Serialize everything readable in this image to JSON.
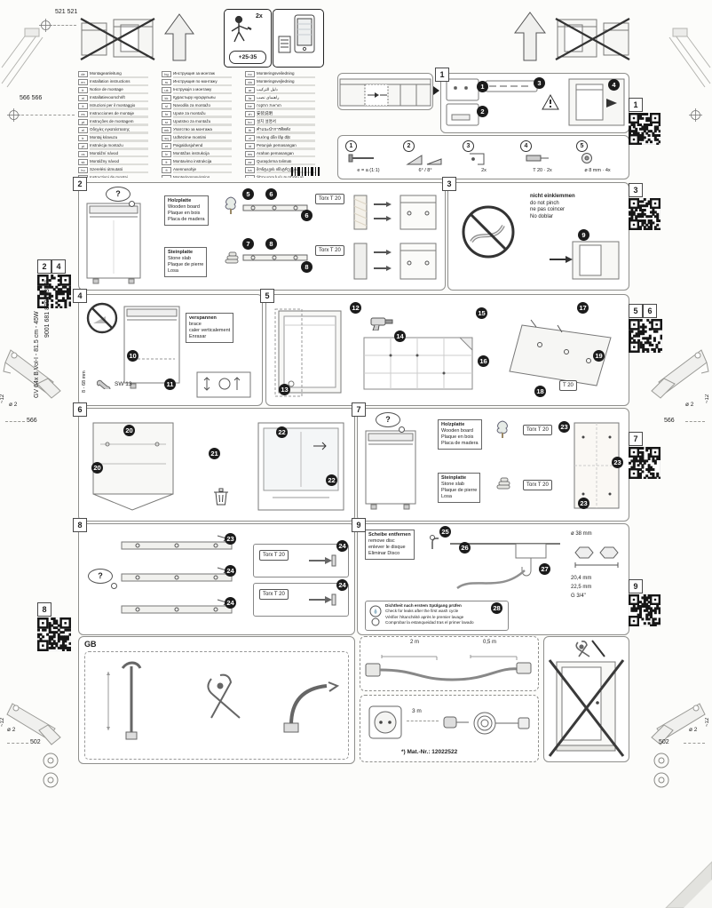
{
  "meta": {
    "dim_top_left": "521 521",
    "dim_left": "566 566",
    "dim_mid": "566",
    "dim_bottom": "502",
    "drill_dia": "ø 2",
    "drill_depth": "~12",
    "spine_model": "GV 64x B Vol-I - 81.5 cm - 45W",
    "spine_code": "9001 681 830 (0310)",
    "people_qty": "2x",
    "time_badge": "+25-35",
    "gb_label": "GB"
  },
  "languages": {
    "col1": [
      {
        "code": "de",
        "title": "Montageanleitung"
      },
      {
        "code": "en",
        "title": "Installation instructions"
      },
      {
        "code": "fr",
        "title": "Notice de montage"
      },
      {
        "code": "nl",
        "title": "Installatievoorschrift"
      },
      {
        "code": "it",
        "title": "Istruzioni per il montaggio"
      },
      {
        "code": "es",
        "title": "Instrucciones de montaje"
      },
      {
        "code": "pt",
        "title": "Instruções de montagem"
      },
      {
        "code": "el",
        "title": "Οδηγίες εγκατάστασης"
      },
      {
        "code": "tr",
        "title": "Montaj kılavuzu"
      },
      {
        "code": "pl",
        "title": "Instrukcja montażu"
      },
      {
        "code": "cs",
        "title": "Montážní návod"
      },
      {
        "code": "sk",
        "title": "Montážny návod"
      },
      {
        "code": "hu",
        "title": "Szerelési útmutató"
      },
      {
        "code": "ro",
        "title": "Instrucţiuni de montaj"
      }
    ],
    "col2": [
      {
        "code": "bg",
        "title": "Инструкция за монтаж"
      },
      {
        "code": "ru",
        "title": "Инструкция по монтажу"
      },
      {
        "code": "uk",
        "title": "Інструкція з монтажу"
      },
      {
        "code": "kk",
        "title": "Құрастыру нұсқаулығы"
      },
      {
        "code": "sl",
        "title": "Navodila za montažo"
      },
      {
        "code": "hr",
        "title": "Upute za montažu"
      },
      {
        "code": "sr",
        "title": "Uputstvo za montažu"
      },
      {
        "code": "mk",
        "title": "Упатство за монтажа"
      },
      {
        "code": "sq",
        "title": "Udhëzime montimi"
      },
      {
        "code": "et",
        "title": "Paigaldusjuhend"
      },
      {
        "code": "lv",
        "title": "Montāžas instrukcija"
      },
      {
        "code": "lt",
        "title": "Montavimo instrukcija"
      },
      {
        "code": "fi",
        "title": "Asennusohje"
      },
      {
        "code": "sv",
        "title": "Monteringsanvisning"
      }
    ],
    "col3": [
      {
        "code": "no",
        "title": "Monteringsveiledning"
      },
      {
        "code": "da",
        "title": "Monteringsvejledning"
      },
      {
        "code": "ar",
        "title": "دليل التركيب"
      },
      {
        "code": "fa",
        "title": "راهنمای نصب"
      },
      {
        "code": "he",
        "title": "הוראות התקנה"
      },
      {
        "code": "zh",
        "title": "安装说明"
      },
      {
        "code": "ko",
        "title": "설치 설명서"
      },
      {
        "code": "th",
        "title": "คำแนะนำการติดตั้ง"
      },
      {
        "code": "vi",
        "title": "Hướng dẫn lắp đặt"
      },
      {
        "code": "id",
        "title": "Petunjuk pemasangan"
      },
      {
        "code": "ms",
        "title": "Arahan pemasangan"
      },
      {
        "code": "az",
        "title": "Quraşdırma təlimatı"
      },
      {
        "code": "ka",
        "title": "მონტაჟის ინსტრუქცია"
      },
      {
        "code": "hy",
        "title": "Տեղադրման ուղեցույց"
      }
    ]
  },
  "panel1": {
    "num": "1",
    "steps": [
      "1",
      "2",
      "3",
      "4"
    ],
    "qr_label": "1"
  },
  "parts": {
    "items": [
      {
        "n": "1",
        "label": "e = a (1:1)"
      },
      {
        "n": "2",
        "label": "6° / 8°"
      },
      {
        "n": "3",
        "label": "2x"
      },
      {
        "n": "4",
        "label": "T 20 · 2x"
      },
      {
        "n": "5",
        "label": "ø 8 mm · 4x"
      }
    ]
  },
  "panel2": {
    "num": "2",
    "q": "?",
    "wood": [
      "Holzplatte",
      "Wooden board",
      "Plaque en bois",
      "Placa de madera"
    ],
    "stone": [
      "Steinplatte",
      "Stone slab",
      "Plaque de pierre",
      "Losa"
    ],
    "torx": "Torx T 20",
    "steps": [
      "5",
      "6",
      "7",
      "8"
    ]
  },
  "panel3": {
    "num": "3",
    "warn": [
      "nicht einklemmen",
      "do not pinch",
      "ne pas coincer",
      "No doblar"
    ],
    "step": "9",
    "qr_label": "3"
  },
  "panel4": {
    "num": "4",
    "brace": [
      "verspannen",
      "brace",
      "caler verticalement",
      "Enrasar"
    ],
    "sw": "SW 13",
    "range": "8 - 68 mm",
    "steps": [
      "10",
      "11"
    ]
  },
  "panel5": {
    "num": "5",
    "steps": [
      "12",
      "13",
      "14",
      "15",
      "16",
      "17",
      "18",
      "19"
    ],
    "torx": "T 20",
    "qr_labels": [
      "5",
      "6"
    ]
  },
  "panel6": {
    "num": "6",
    "steps": [
      "20",
      "21",
      "22"
    ]
  },
  "panel7": {
    "num": "7",
    "q": "?",
    "wood": [
      "Holzplatte",
      "Wooden board",
      "Plaque en bois",
      "Placa de madera"
    ],
    "stone": [
      "Steinplatte",
      "Stone slab",
      "Plaque de pierre",
      "Losa"
    ],
    "torx": "Torx T 20",
    "step": "23",
    "qr_label": "7"
  },
  "panel8": {
    "num": "8",
    "q": "?",
    "torx": "Torx T 20",
    "steps": [
      "23",
      "24"
    ]
  },
  "panel9": {
    "num": "9",
    "disc": [
      "Scheibe entfernen",
      "remove disc",
      "enlever le disque",
      "Eliminar Disco"
    ],
    "steps": [
      "25",
      "26",
      "27",
      "28"
    ],
    "dims": {
      "d1": "ø 38 mm",
      "d2": "20,4 mm",
      "d3": "22,5 mm",
      "d4": "G 3/4\""
    },
    "leak": [
      "Dichtheit nach erstem Spülgang prüfen",
      "Check for leaks after the first wash cycle",
      "Vérifier l'étanchéité après le premier lavage",
      "Comprobar la estanqueidad tras el primer lavado"
    ],
    "qr_label": "9"
  },
  "left_qr_top": {
    "a": "2",
    "b": "4"
  },
  "left_qr_bottom": "8",
  "hose": {
    "len": "2 m",
    "len2": "0,5 m"
  },
  "power": {
    "dist": "3 m",
    "mat": "*) Mat.-Nr.: 12022522"
  }
}
